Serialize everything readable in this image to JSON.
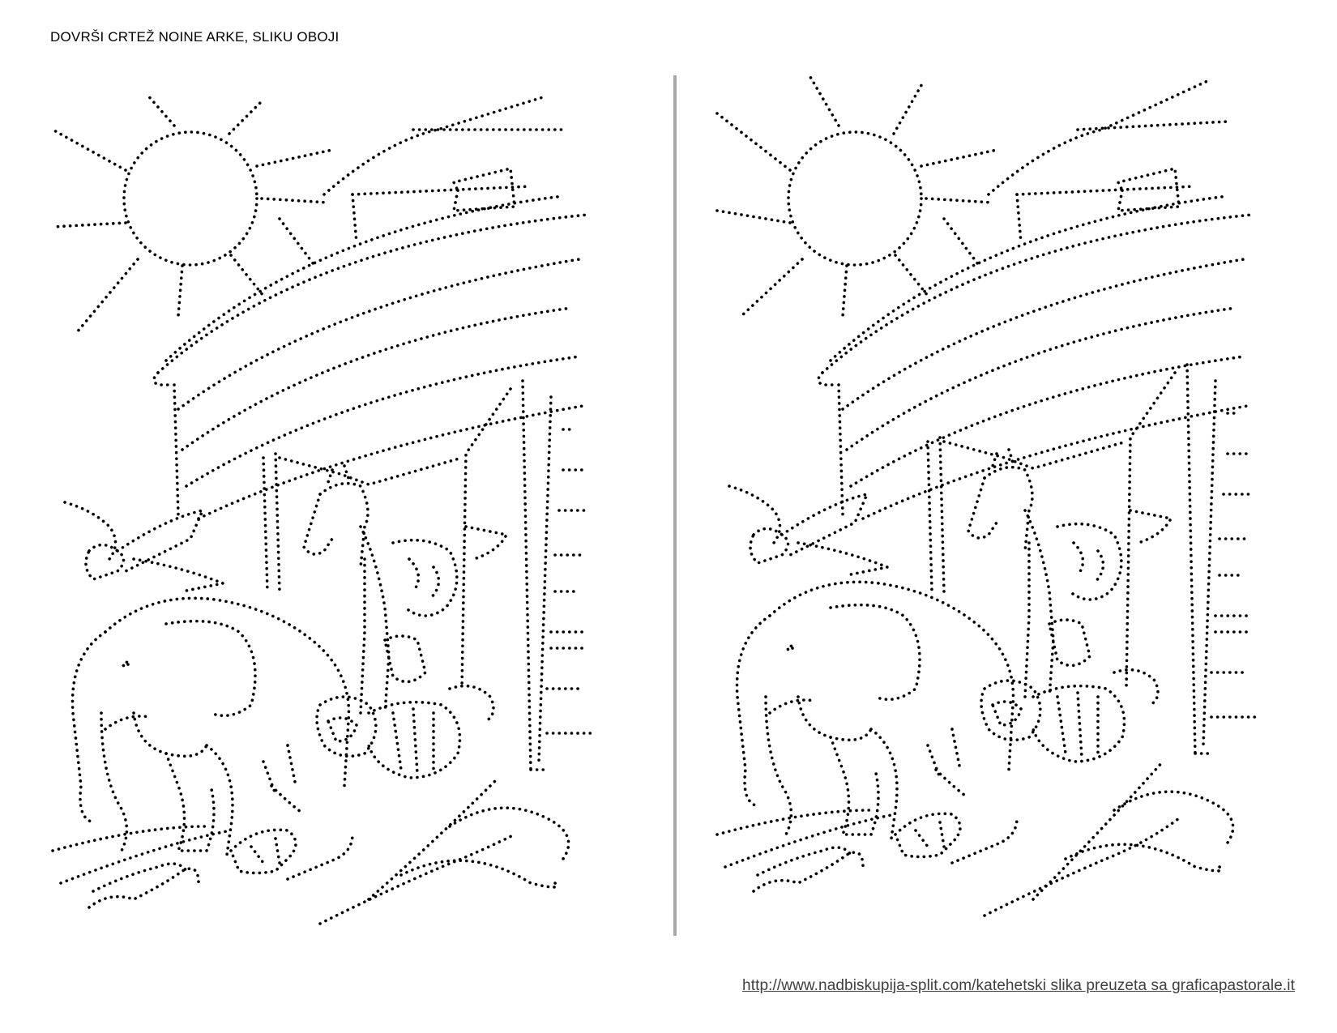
{
  "worksheet": {
    "title": "DOVRŠI CRTEŽ NOINE ARKE, SLIKU OBOJI",
    "source_link": "http://www.nadbiskupija-split.com/katehetski slika preuzeta sa graficapastorale.it"
  },
  "icons": {
    "left_picture": "dotted-noahs-ark-picture",
    "right_picture": "dotted-noahs-ark-picture"
  }
}
